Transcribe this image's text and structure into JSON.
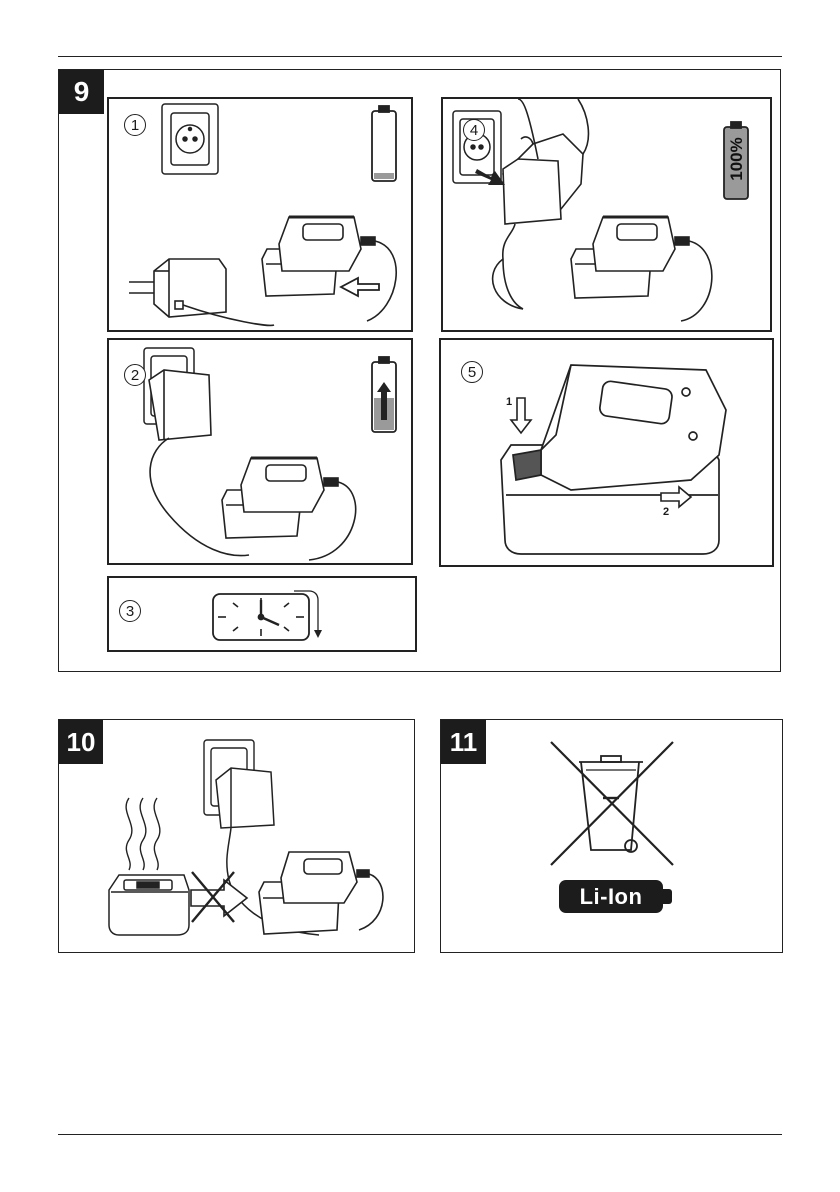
{
  "figures": {
    "fig9": {
      "number": "9"
    },
    "fig10": {
      "number": "10"
    },
    "fig11": {
      "number": "11"
    }
  },
  "steps": {
    "step1": "1",
    "step2": "2",
    "step3": "3",
    "step4": "4",
    "step5": "5"
  },
  "step5_arrows": {
    "first": "1",
    "second": "2"
  },
  "battery_full_label": "100%",
  "recycling_badge": "Li-Ion",
  "colors": {
    "ink": "#1c1c1c",
    "battery_fill": "#9a9a9a",
    "background": "#ffffff"
  },
  "icons": [
    "wall-socket-icon",
    "battery-empty-icon",
    "charger-adapter-icon",
    "battery-pack-icon",
    "charging-arrow-icon",
    "clock-icon",
    "hand-icon",
    "battery-full-icon",
    "crossed-bin-icon",
    "heat-waves-icon"
  ]
}
